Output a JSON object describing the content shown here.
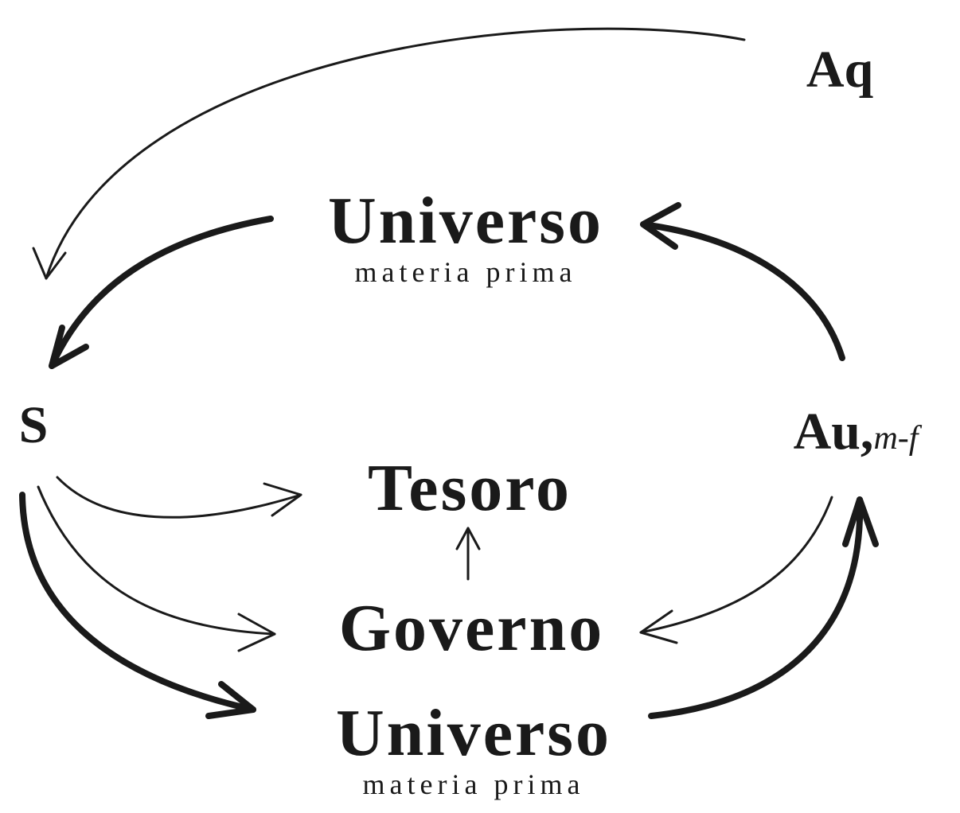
{
  "nodes": {
    "universo_top": {
      "label": "Universo",
      "sub": "materia prima"
    },
    "universo_bottom": {
      "label": "Universo",
      "sub": "materia prima"
    },
    "tesoro": {
      "label": "Tesoro"
    },
    "governo": {
      "label": "Governo"
    },
    "s": {
      "label": "S"
    },
    "aq": {
      "label": "Aq"
    },
    "au": {
      "label": "Au,",
      "sub": "m-f"
    }
  },
  "colors": {
    "ink": "#1a1a1a",
    "background": "#ffffff"
  }
}
